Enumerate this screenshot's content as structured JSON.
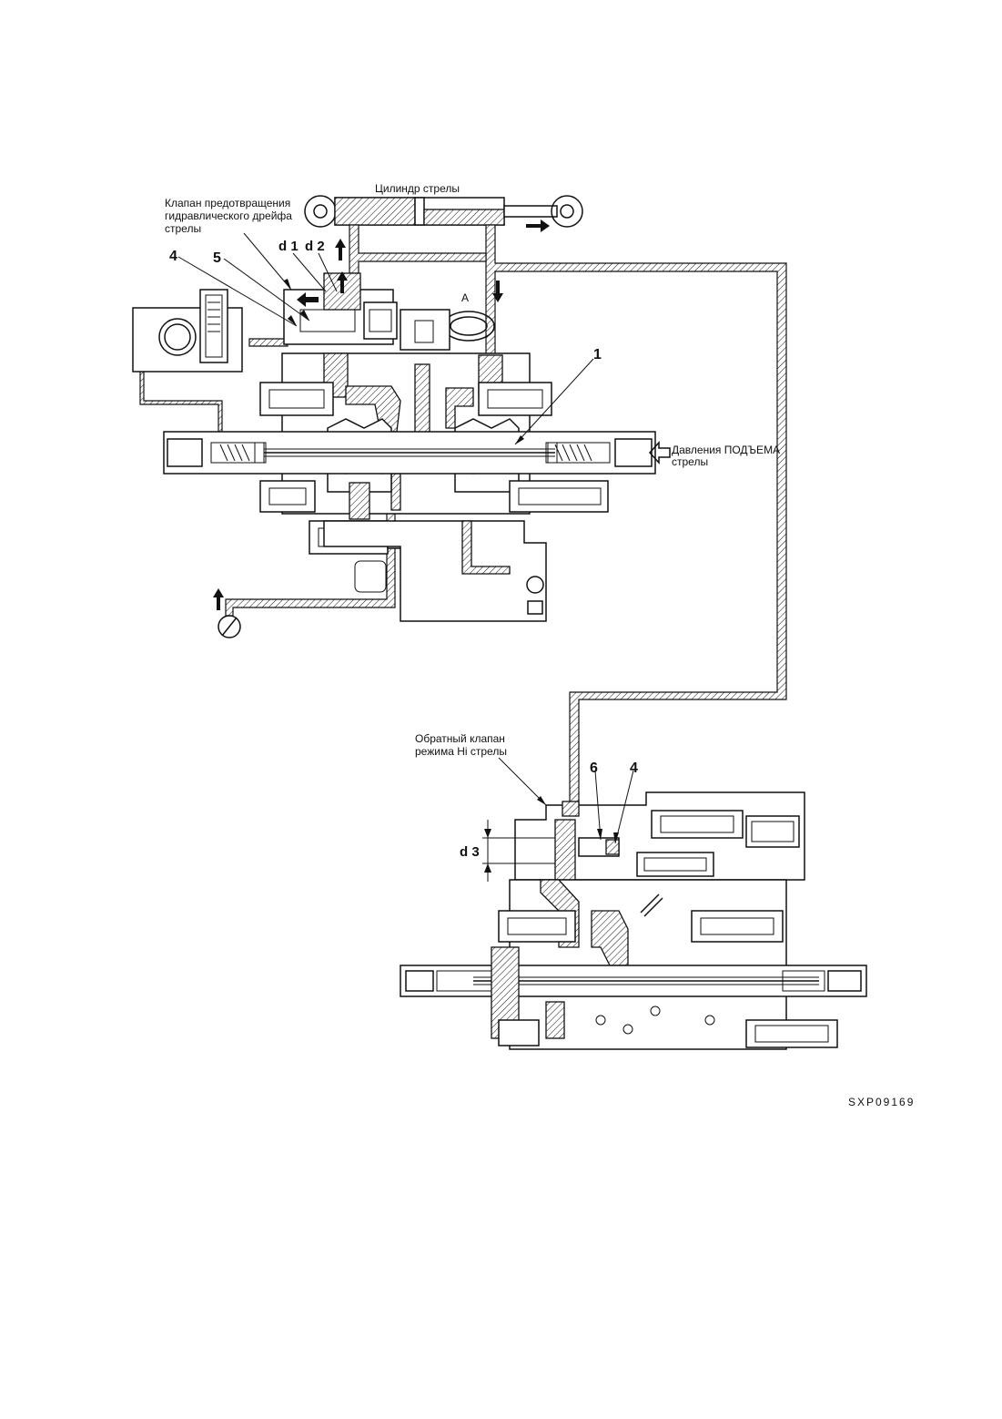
{
  "labels": {
    "boom_cylinder": "Цилиндр стрелы",
    "drift_valve_line1": "Клапан предотвращения",
    "drift_valve_line2": "гидравлического дрейфа",
    "drift_valve_line3": "стрелы",
    "raise_pressure_line1": "Давления ПОДЪЕМА",
    "raise_pressure_line2": "стрелы",
    "hi_check_line1": "Обратный клапан",
    "hi_check_line2": "режима Hi стрелы",
    "port_a": "A",
    "figure_code": "SXP09169"
  },
  "callouts": {
    "n4_upper": "4",
    "n5": "5",
    "n1": "1",
    "n6": "6",
    "n4_lower": "4",
    "d1": "d 1",
    "d2": "d 2",
    "d3": "d 3"
  },
  "colors": {
    "ink": "#111111",
    "paper": "#ffffff"
  }
}
